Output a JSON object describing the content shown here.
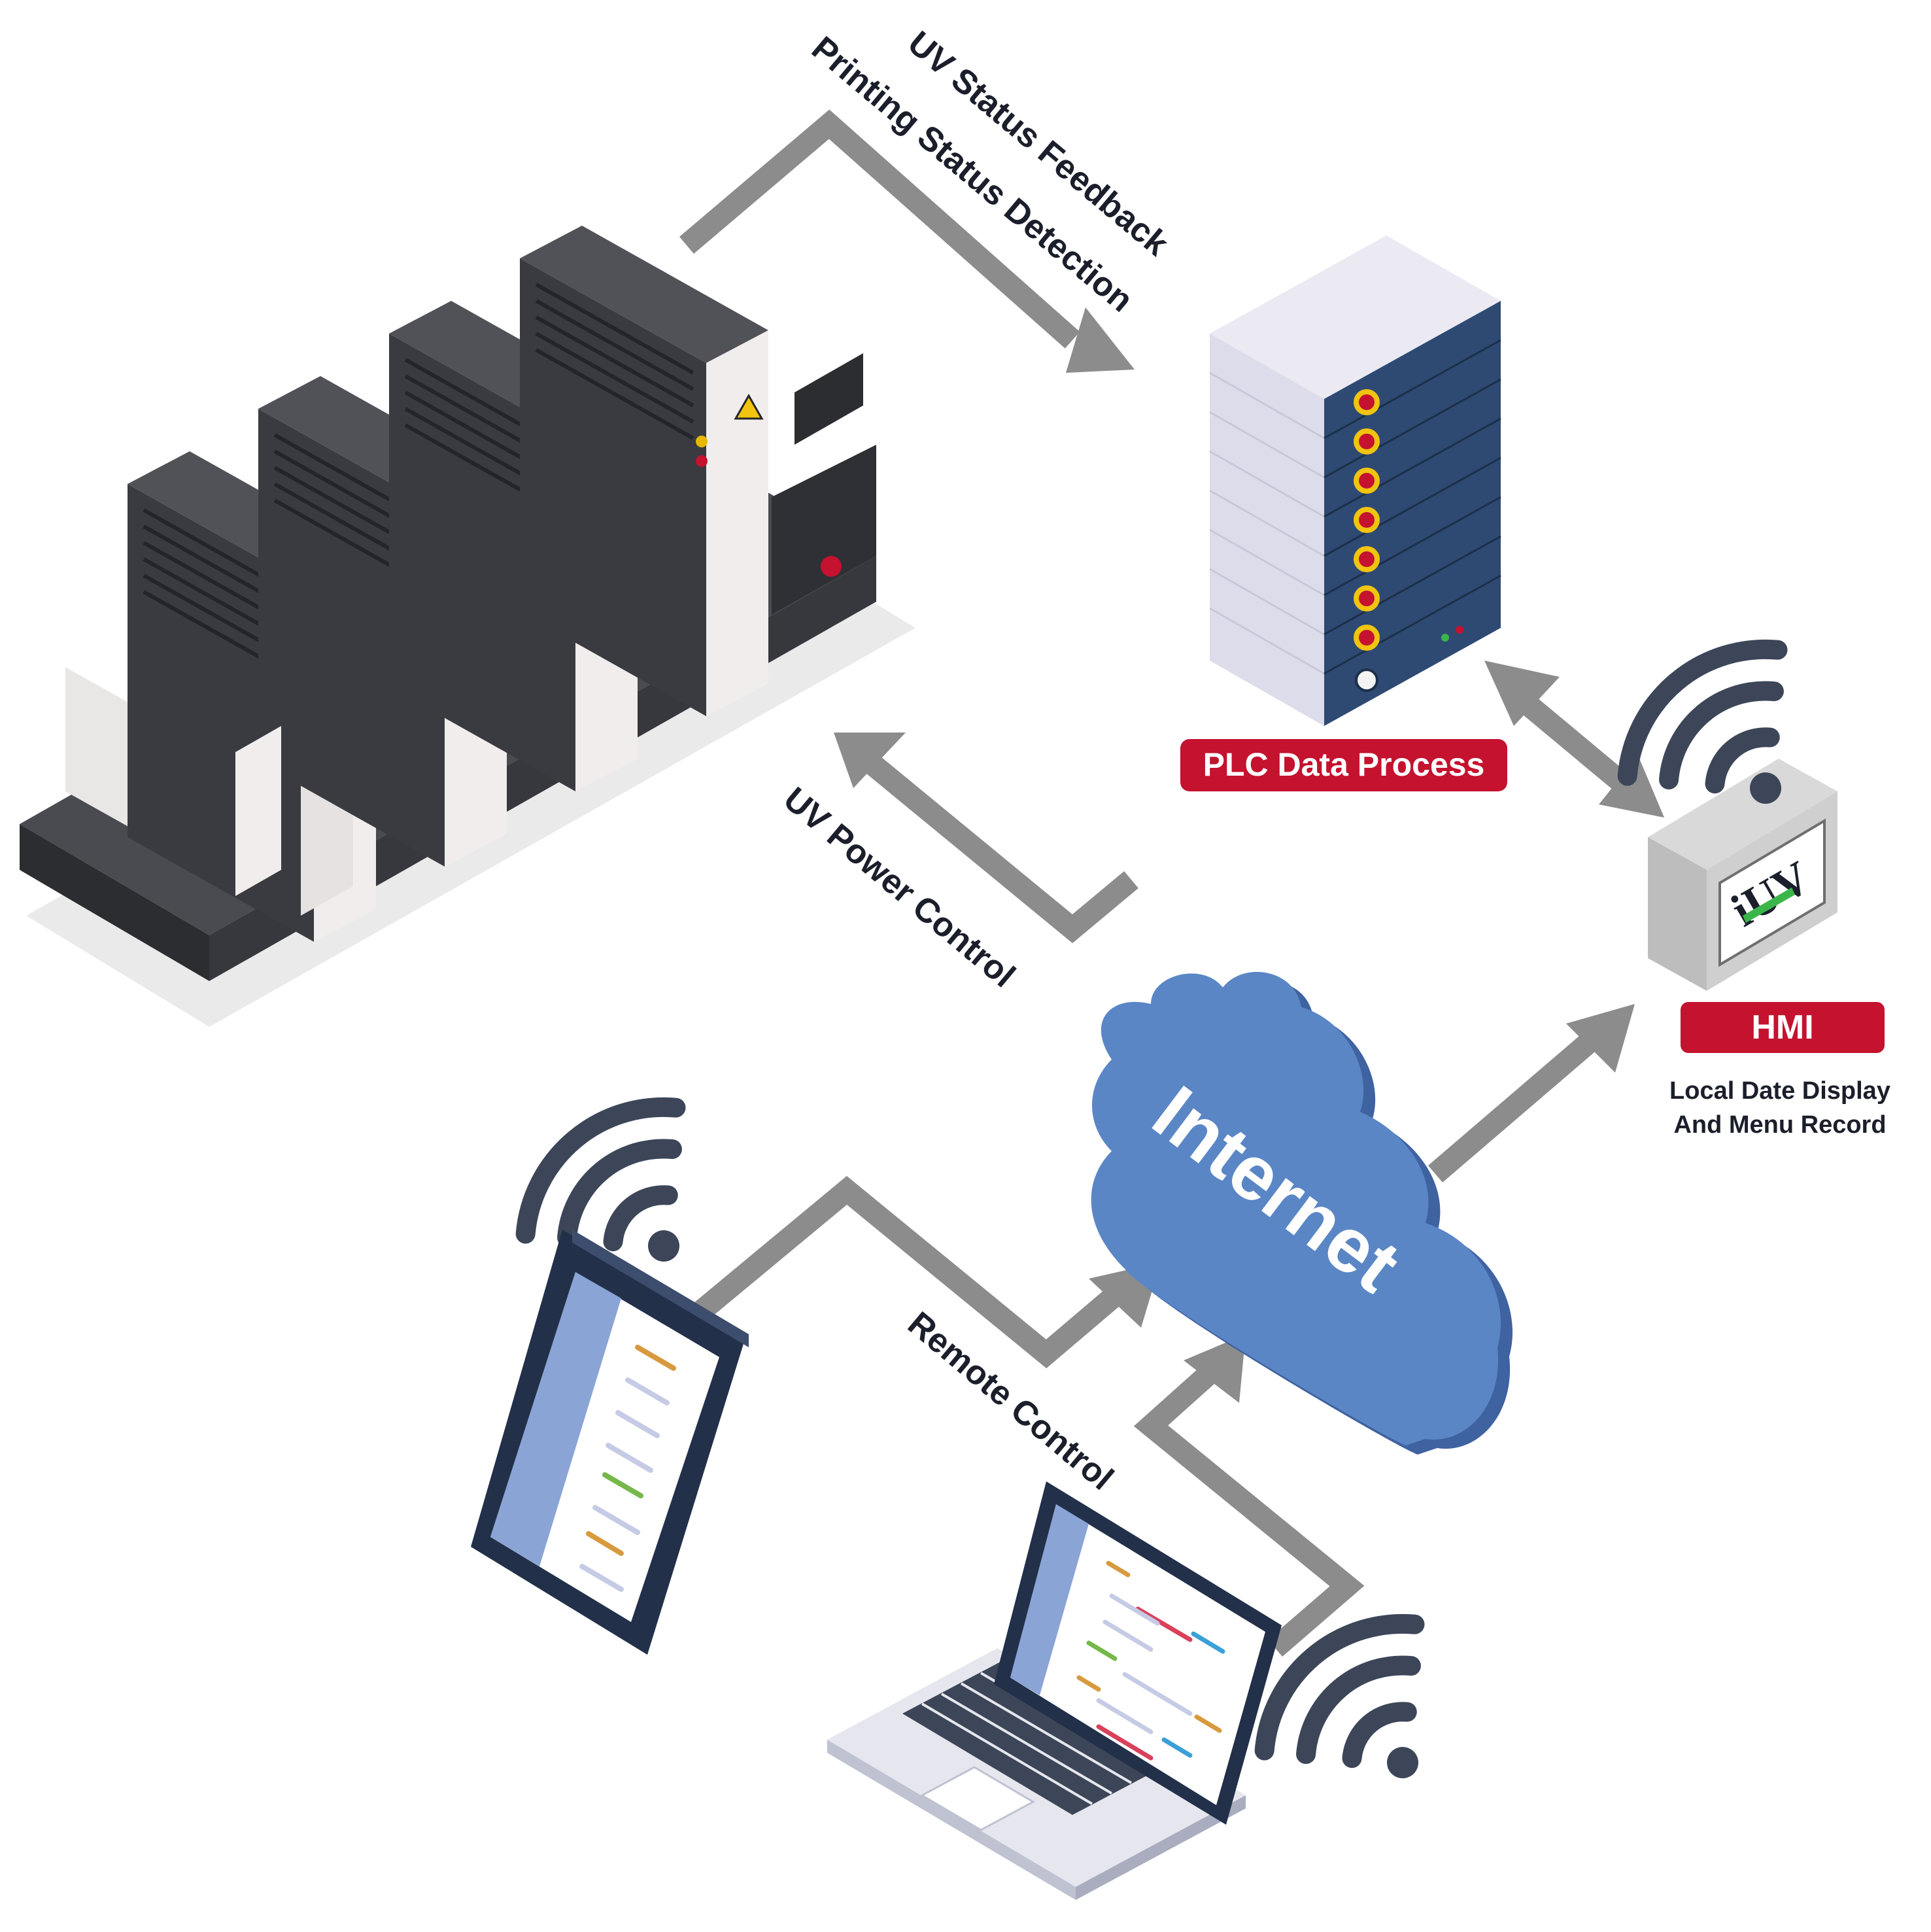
{
  "labels": {
    "uv_status_feedback": "UV Status Feedback",
    "printing_status_detection": "Printing Status Detection",
    "uv_power_control": "UV Power Control",
    "plc_data_process": "PLC Data Process",
    "hmi": "HMI",
    "hmi_caption_line1": "Local Date Display",
    "hmi_caption_line2": "And Menu Record",
    "internet": "Internet",
    "remote_control": "Remote Control",
    "iuv_logo": "iUV"
  },
  "colors": {
    "arrow": "#8c8c8c",
    "badge_red": "#c4122f",
    "cloud_blue": "#5a86c5",
    "server_blue": "#2e4a73",
    "machine_dark": "#3a3b40",
    "wifi": "#3c4658",
    "text_dark": "#1b1f2b"
  },
  "icons": [
    "printing-press-icon",
    "server-rack-icon",
    "hmi-box-icon",
    "cloud-icon",
    "tablet-icon",
    "laptop-icon",
    "wifi-icon",
    "warning-icon"
  ]
}
